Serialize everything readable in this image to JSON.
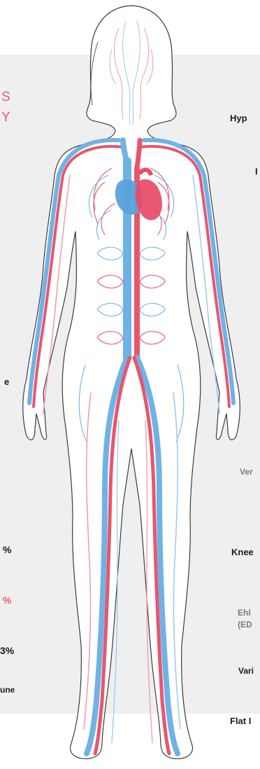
{
  "colors": {
    "artery": "#e8566c",
    "vein": "#6fb2e6",
    "heart_red": "#e84a66",
    "heart_blue": "#5aa2da",
    "panel": "#efefef",
    "accent_text": "#ee5a6d"
  },
  "left_labels": {
    "title_line1": "S",
    "title_line2": "Y",
    "mid_fragment": "e",
    "pct1": "%",
    "pct2": "%",
    "pct3": "3%",
    "bottom_fragment": "une"
  },
  "right_labels": {
    "hypermobility": "Hyp",
    "second": "I",
    "venous": "Ver",
    "knee": "Knee",
    "ehlers_line1": "Ehl",
    "ehlers_line2": "(ED",
    "varicose": "Vari",
    "flat_feet": "Flat I"
  }
}
